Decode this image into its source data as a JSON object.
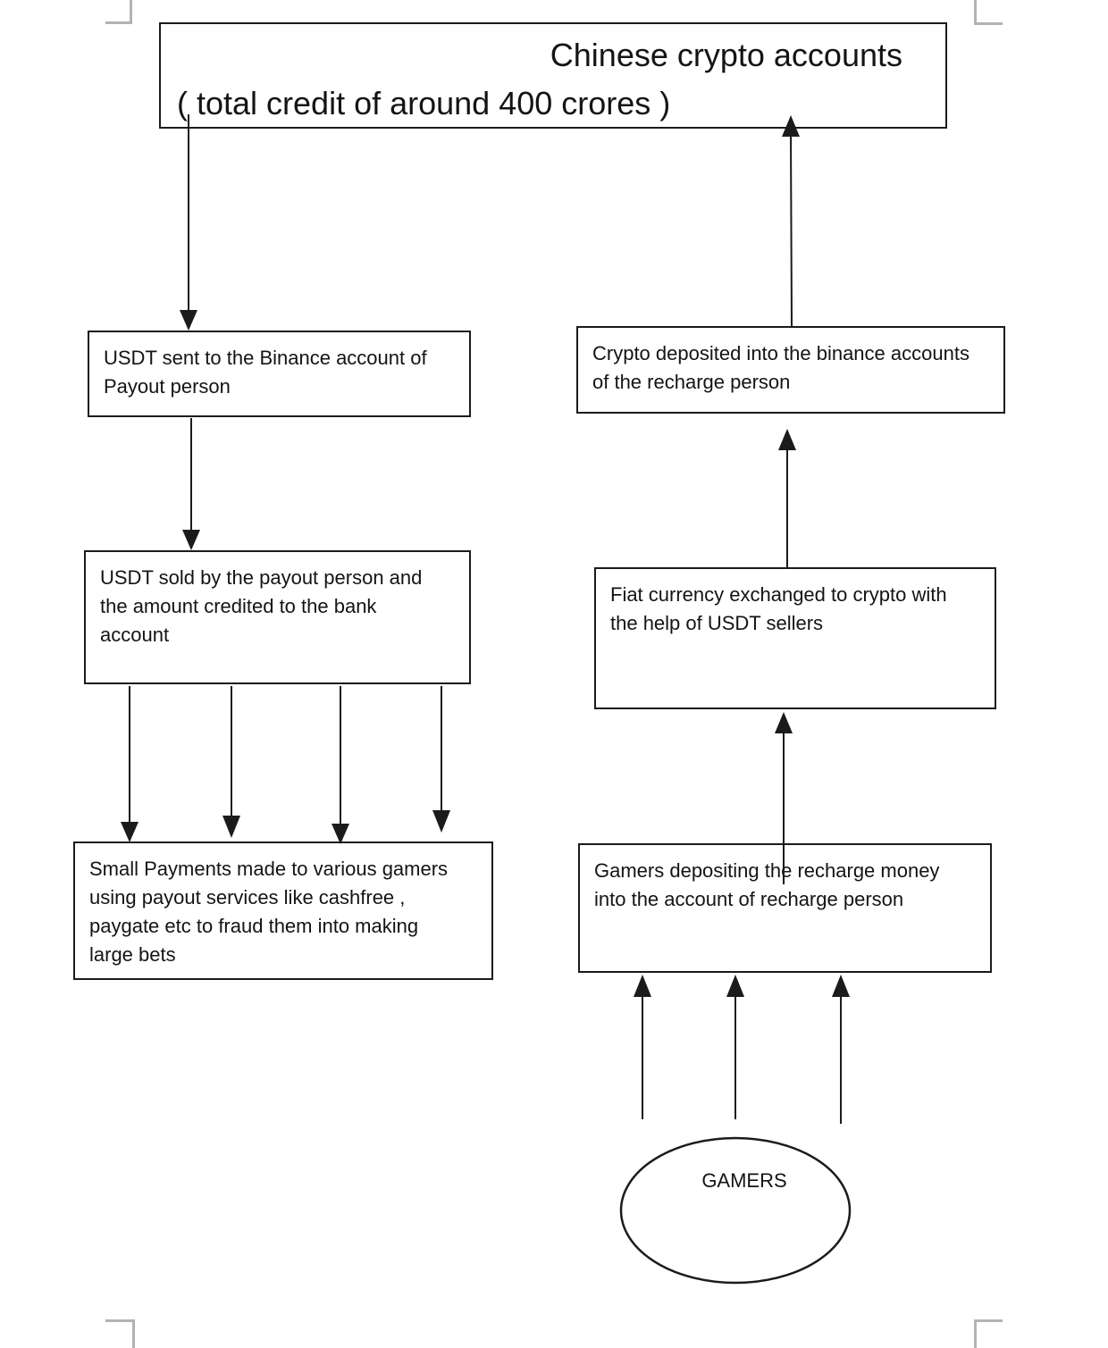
{
  "diagram": {
    "title_box": {
      "line1": "Chinese crypto accounts",
      "line2": "( total credit of around 400 crores )"
    },
    "left_column": [
      {
        "id": "usdt-sent",
        "lines": [
          "USDT sent to the Binance account of",
          "Payout person"
        ]
      },
      {
        "id": "usdt-sold",
        "lines": [
          "USDT sold by the payout person and",
          "the amount credited to the bank",
          "account"
        ]
      },
      {
        "id": "small-payments",
        "lines": [
          "Small Payments made to various gamers",
          "using payout services like cashfree ,",
          "paygate etc to fraud them into making",
          "large bets"
        ]
      }
    ],
    "right_column": [
      {
        "id": "crypto-deposited",
        "lines": [
          "Crypto deposited into the binance accounts",
          "of the recharge person"
        ]
      },
      {
        "id": "fiat-exchanged",
        "lines": [
          "Fiat currency exchanged to crypto with",
          "the help of USDT sellers"
        ]
      },
      {
        "id": "gamers-depositing",
        "lines": [
          "Gamers depositing the recharge money",
          "into the account of recharge person"
        ]
      }
    ],
    "terminal": {
      "label": "GAMERS"
    },
    "edges": [
      {
        "from": "chinese-crypto-accounts",
        "to": "usdt-sent"
      },
      {
        "from": "usdt-sent",
        "to": "usdt-sold"
      },
      {
        "from": "usdt-sold",
        "to": "small-payments",
        "count": 4
      },
      {
        "from": "crypto-deposited",
        "to": "chinese-crypto-accounts"
      },
      {
        "from": "fiat-exchanged",
        "to": "crypto-deposited"
      },
      {
        "from": "gamers-depositing",
        "to": "fiat-exchanged"
      },
      {
        "from": "gamers",
        "to": "gamers-depositing",
        "count": 3
      }
    ],
    "colors": {
      "line": "#1b1b1b",
      "corner_mark": "#b3b3b3",
      "background": "#ffffff"
    }
  }
}
